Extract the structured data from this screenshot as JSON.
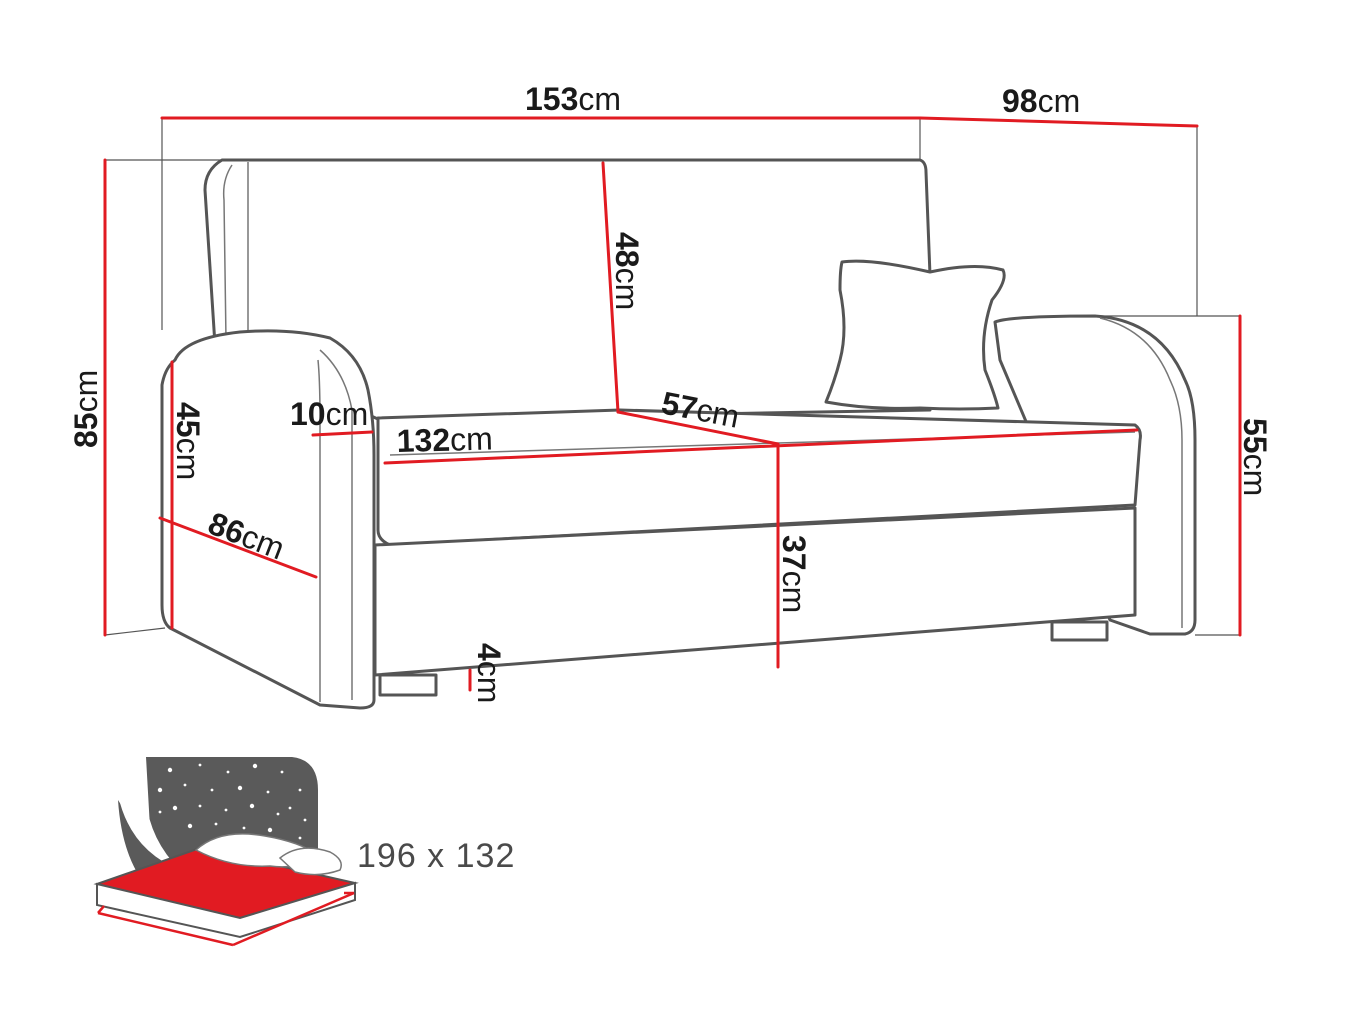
{
  "dimensions": {
    "width": {
      "value": "153",
      "unit": "cm"
    },
    "depth": {
      "value": "98",
      "unit": "cm"
    },
    "height": {
      "value": "85",
      "unit": "cm"
    },
    "backrest_height": {
      "value": "48",
      "unit": "cm"
    },
    "armrest_height": {
      "value": "55",
      "unit": "cm"
    },
    "seat_height": {
      "value": "45",
      "unit": "cm"
    },
    "armrest_width": {
      "value": "10",
      "unit": "cm"
    },
    "seat_width": {
      "value": "132",
      "unit": "cm"
    },
    "seat_depth": {
      "value": "57",
      "unit": "cm"
    },
    "side_depth": {
      "value": "86",
      "unit": "cm"
    },
    "base_height": {
      "value": "37",
      "unit": "cm"
    },
    "leg_height": {
      "value": "4",
      "unit": "cm"
    }
  },
  "sleeping_area": {
    "label": "196 x 132"
  },
  "colors": {
    "dimension_line": "#e11b22",
    "outline": "#555555",
    "mattress": "#e11b22",
    "night_sky": "#5a5a5a"
  }
}
